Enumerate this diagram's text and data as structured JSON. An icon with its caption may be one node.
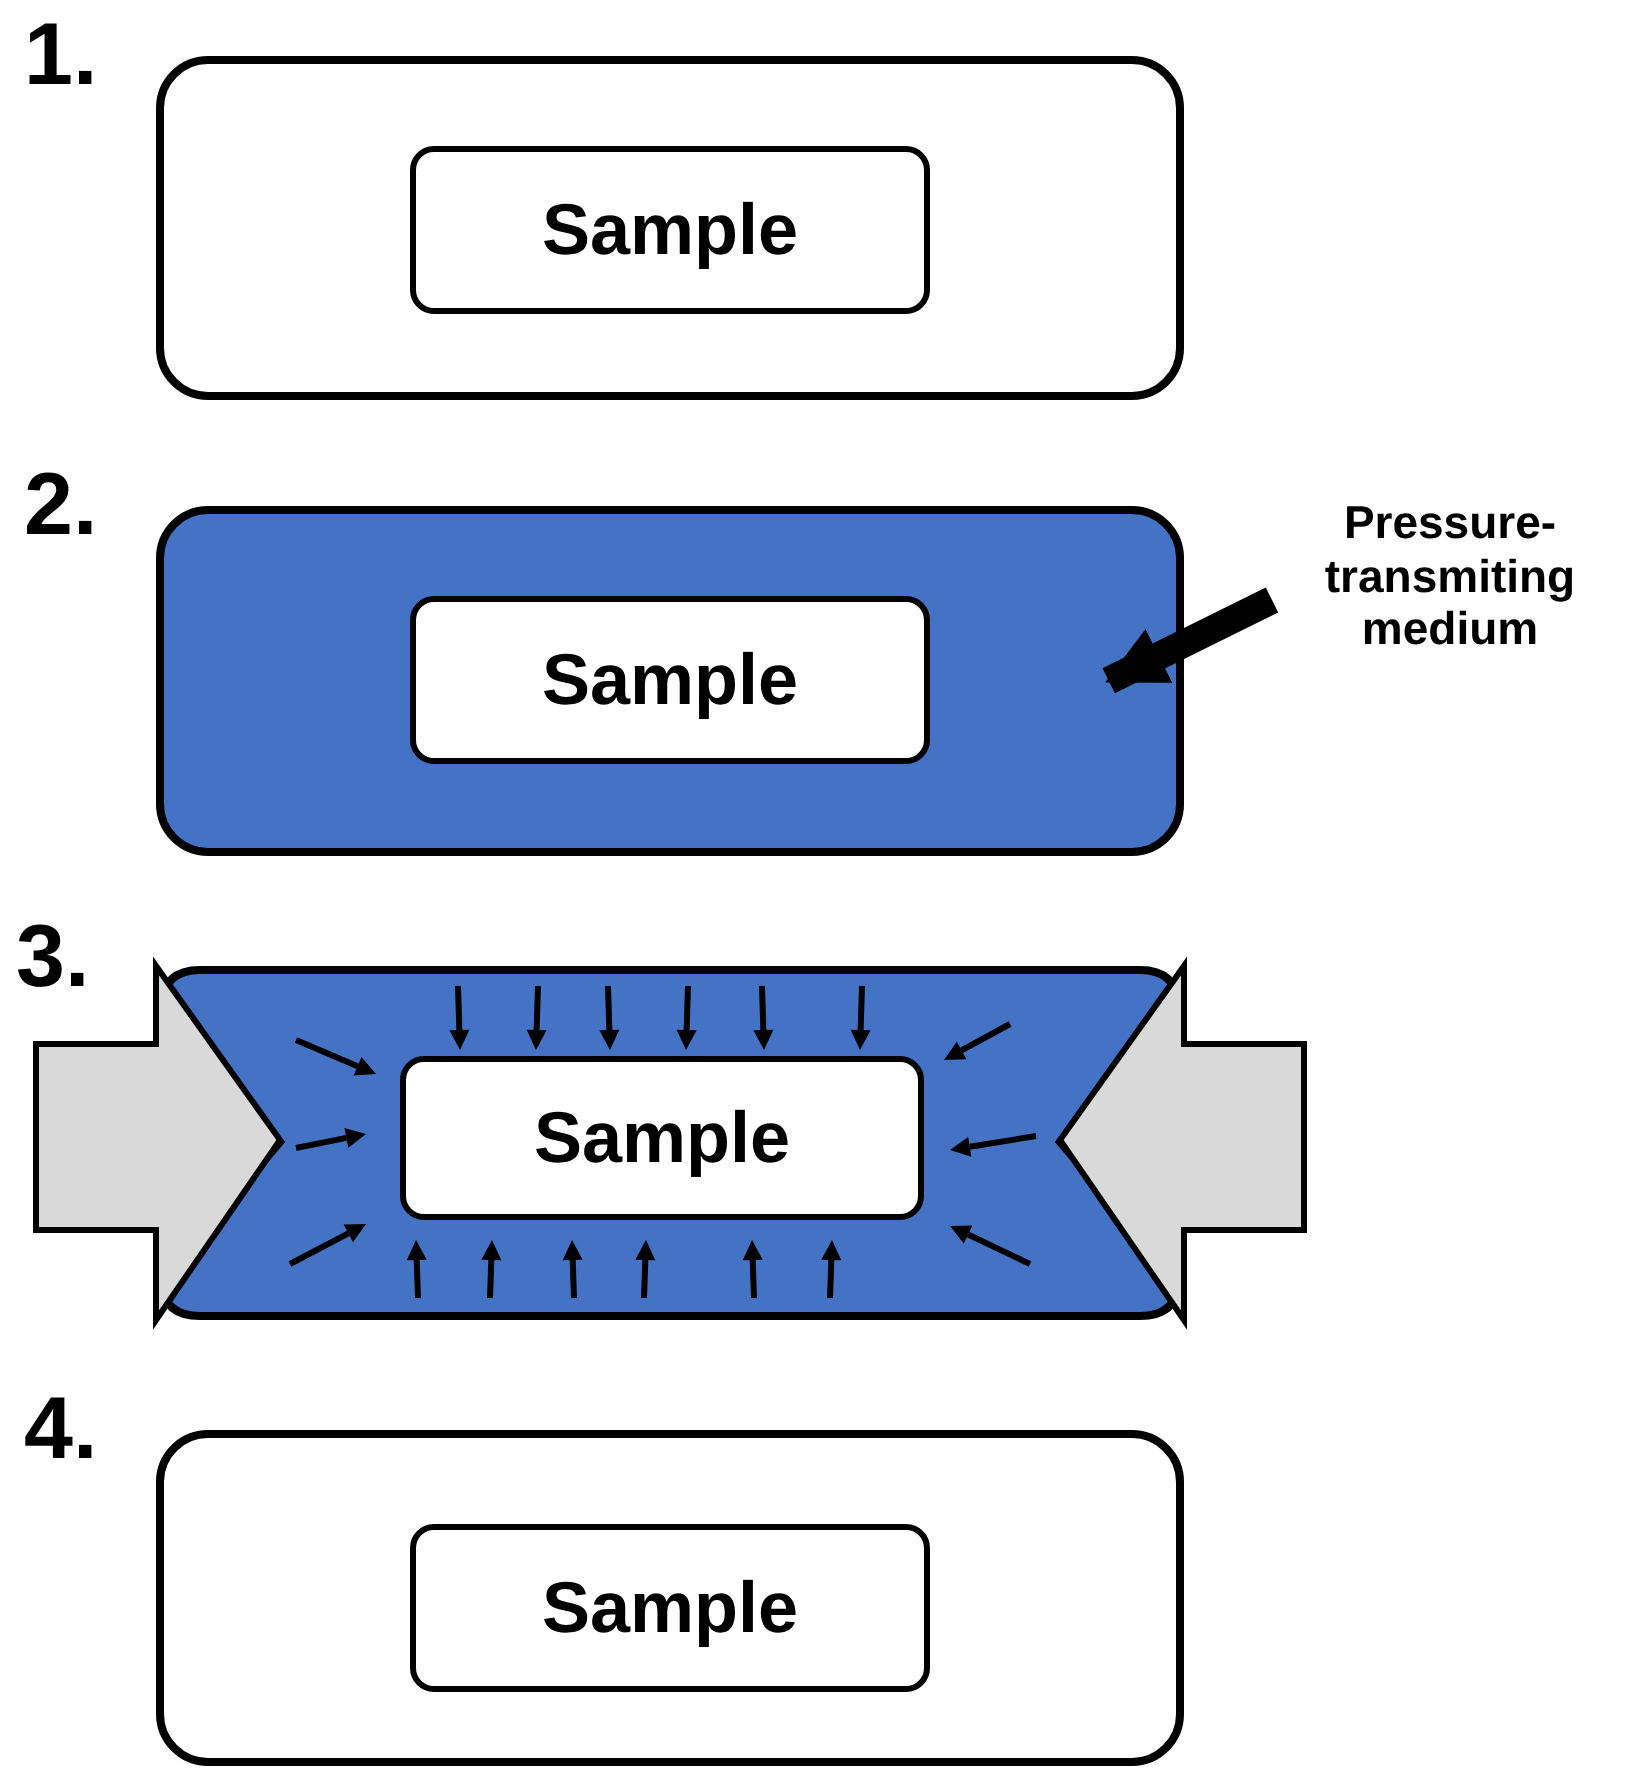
{
  "diagram": {
    "nodes": [
      {
        "text": [
          "1."
        ]
      },
      {
        "text": [
          "Sample"
        ],
        "in": 0
      },
      {
        "text": [
          "2."
        ]
      },
      {
        "text": [
          "Sample"
        ],
        "in": 2
      },
      {
        "text": [
          "Pressure-transmiting medium"
        ]
      },
      {
        "text": [
          "3."
        ]
      },
      {
        "text": [
          "Sample"
        ],
        "in": 5
      },
      {
        "text": [
          "4."
        ]
      },
      {
        "text": [
          "Sample"
        ],
        "in": 7
      }
    ],
    "edges": [
      {
        "from": 4,
        "to": 2,
        "arrow": "to"
      }
    ]
  }
}
